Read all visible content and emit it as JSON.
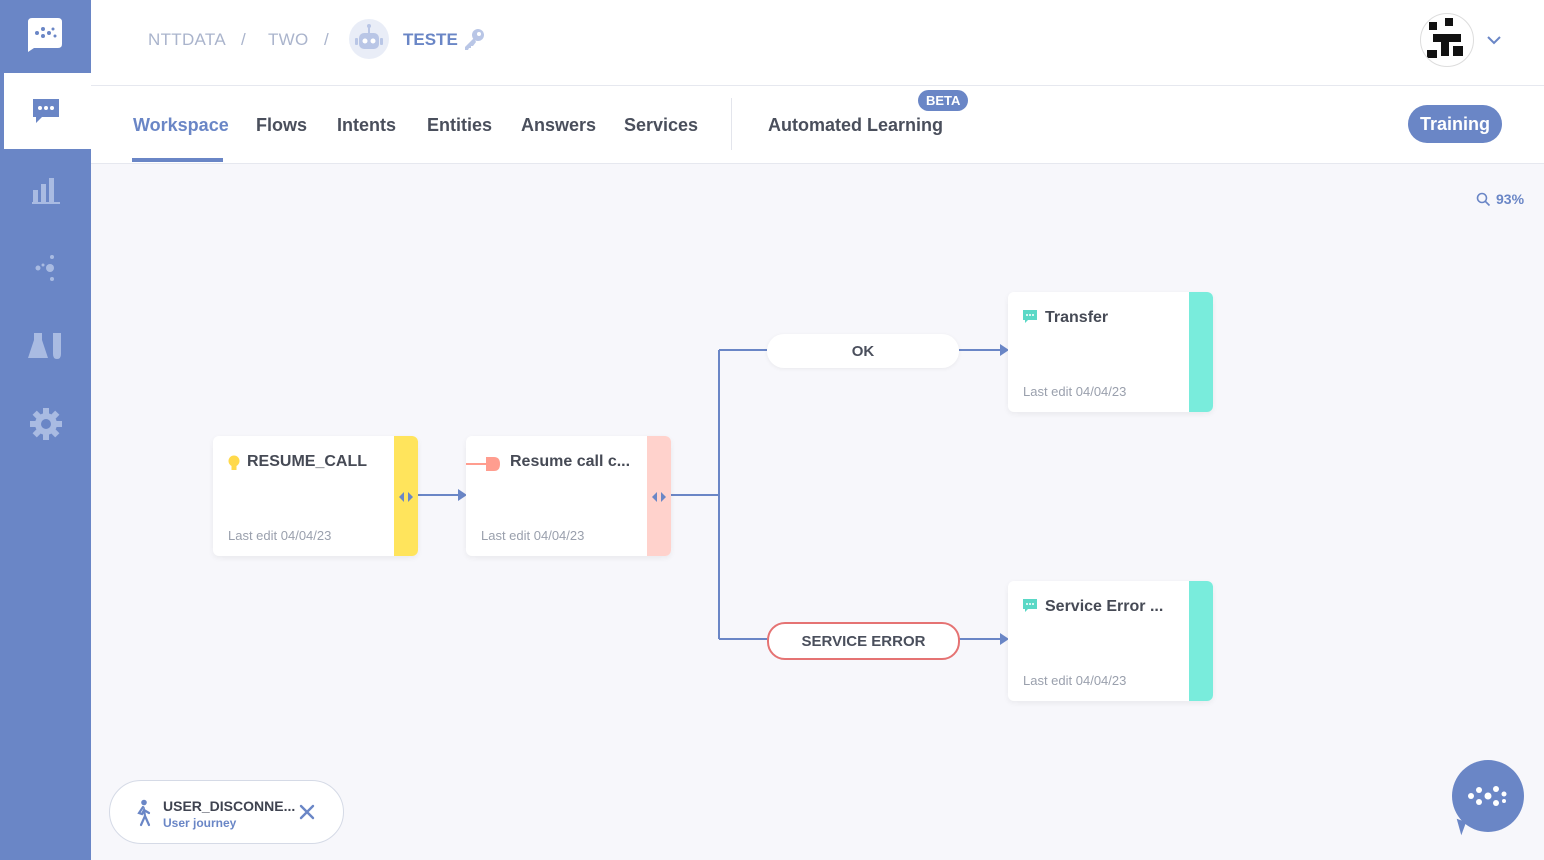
{
  "breadcrumb": {
    "org": "NTTDATA",
    "separator": "/",
    "workspace": "TWO",
    "bot": "TESTE"
  },
  "tabs": [
    {
      "label": "Workspace"
    },
    {
      "label": "Flows"
    },
    {
      "label": "Intents"
    },
    {
      "label": "Entities"
    },
    {
      "label": "Answers"
    },
    {
      "label": "Services"
    },
    {
      "label": "Automated Learning"
    }
  ],
  "beta_badge": "BETA",
  "training_button": "Training",
  "zoom_level": "93%",
  "nodes": {
    "resume_call": {
      "title": "RESUME_CALL",
      "last_edit": "Last edit 04/04/23",
      "color": "#ffe45c",
      "icon": "lightbulb-icon"
    },
    "resume_call_service": {
      "title": "Resume call c...",
      "last_edit": "Last edit 04/04/23",
      "color": "#ffd2cc",
      "icon": "plug-icon"
    },
    "transfer": {
      "title": "Transfer",
      "last_edit": "Last edit 04/04/23",
      "color": "#79ecdc",
      "icon": "chat-bubble-icon"
    },
    "service_error": {
      "title": "Service Error ...",
      "last_edit": "Last edit 04/04/23",
      "color": "#79ecdc",
      "icon": "chat-bubble-icon"
    }
  },
  "conditions": {
    "ok": "OK",
    "service_error": "SERVICE ERROR"
  },
  "user_journey": {
    "name": "USER_DISCONNE...",
    "label": "User journey"
  },
  "colors": {
    "accent": "#6a86c6",
    "error": "#e57373"
  }
}
